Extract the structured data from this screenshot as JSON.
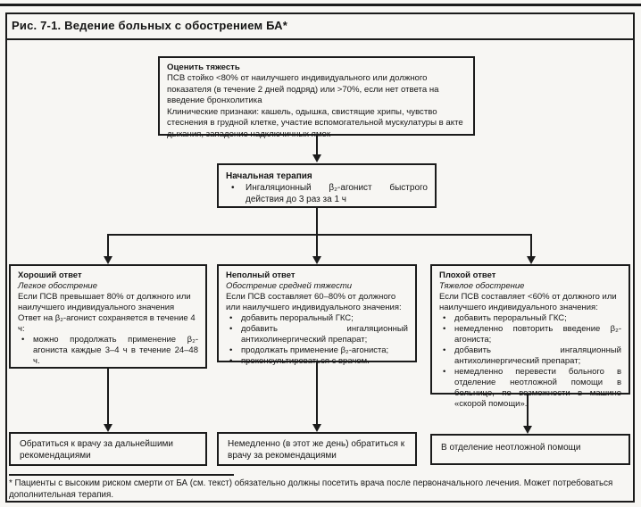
{
  "title": "Рис. 7-1. Ведение больных с обострением БА*",
  "colors": {
    "ink": "#1b1b1b",
    "paper": "#f7f6f3"
  },
  "assess": {
    "heading": "Оценить тяжесть",
    "para1": "ПСВ стойко <80% от наилучшего индивидуального или должного показателя (в течение 2 дней подряд) или >70%, если нет ответа на введение бронхолитика",
    "para2": "Клинические признаки: кашель, одышка, свистящие хрипы, чувство стеснения в грудной клетке, участие вспомогательной мускулатуры в акте дыхания, западение надключичных ямок"
  },
  "initial_therapy": {
    "heading": "Начальная терапия",
    "bullets": [
      "Ингаляционный β₂-агонист быстрого действия до 3 раз за 1 ч"
    ]
  },
  "good_response": {
    "heading": "Хороший ответ",
    "subheading": "Легкое обострение",
    "para1": "Если ПСВ превышает 80% от должного или наилучшего индивидуального значения",
    "para2": "Ответ на β₂-агонист сохраняется в течение 4 ч:",
    "bullets": [
      "можно продолжать применение β₂-агониста каждые 3–4 ч в течение 24–48 ч."
    ]
  },
  "incomplete_response": {
    "heading": "Неполный ответ",
    "subheading": "Обострение средней тяжести",
    "para1": "Если ПСВ составляет 60–80% от должного или наилучшего индивидуального значения:",
    "bullets": [
      "добавить пероральный ГКС;",
      "добавить ингаляционный антихолинергический препарат;",
      "продолжать применение β₂-агониста;",
      "проконсультироваться с врачом."
    ]
  },
  "poor_response": {
    "heading": "Плохой ответ",
    "subheading": "Тяжелое обострение",
    "para1": "Если ПСВ составляет <60% от должного или наилучшего индивидуального значения:",
    "bullets": [
      "добавить пероральный ГКС;",
      "немедленно повторить введение β₂-агониста;",
      "добавить ингаляционный антихолинергический препарат;",
      "немедленно перевести больного в отделение неотложной помощи в больнице, по возможности в машине «скорой помощи»."
    ]
  },
  "outcomes": {
    "good": "Обратиться к врачу за дальнейшими рекомендациями",
    "incomplete": "Немедленно (в этот же день) обратиться к врачу за рекомендациями",
    "poor": "В отделение неотложной помощи"
  },
  "footnote": "* Пациенты с высоким риском смерти от БА (см. текст) обязательно должны посетить врача после первоначального лечения. Может потребоваться дополнительная терапия."
}
